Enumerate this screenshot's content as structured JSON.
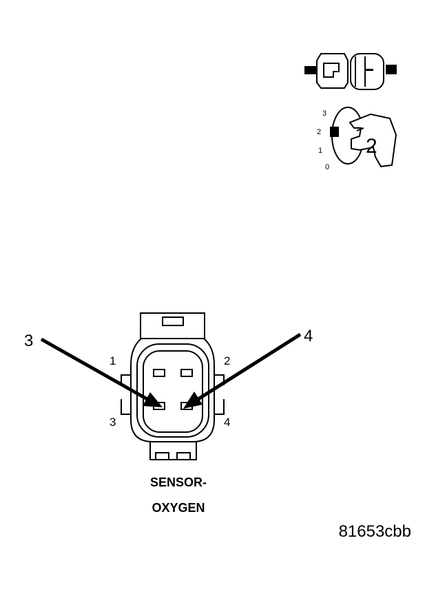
{
  "key_indicator": {
    "positions": [
      "3",
      "2",
      "1",
      "0"
    ],
    "key_number": "2"
  },
  "connector": {
    "cavity_labels": [
      "1",
      "2",
      "3",
      "4"
    ],
    "callouts": [
      "3",
      "4"
    ],
    "caption_line1": "SENSOR-",
    "caption_line2": "OXYGEN"
  },
  "figure_id": "81653cbb"
}
